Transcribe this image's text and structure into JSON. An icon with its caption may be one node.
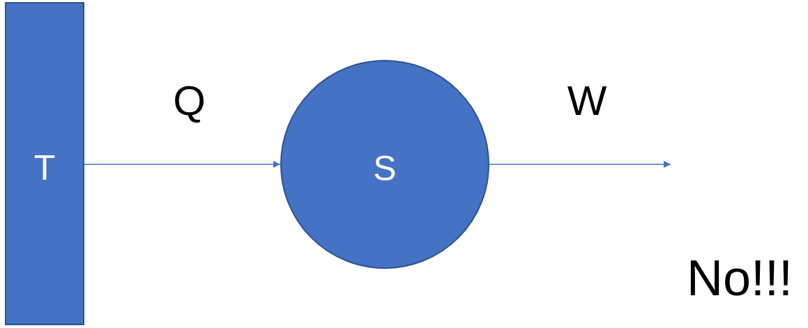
{
  "diagram": {
    "nodes": [
      {
        "text": [
          "T"
        ]
      },
      {
        "text": [
          "S"
        ]
      }
    ],
    "edges": [
      {
        "from": 0,
        "to": 1,
        "arrow": "to",
        "label": "Q"
      },
      {
        "from": 1,
        "to": null,
        "arrow": "to",
        "label": "W"
      }
    ],
    "labels": [
      "No!!!"
    ]
  }
}
